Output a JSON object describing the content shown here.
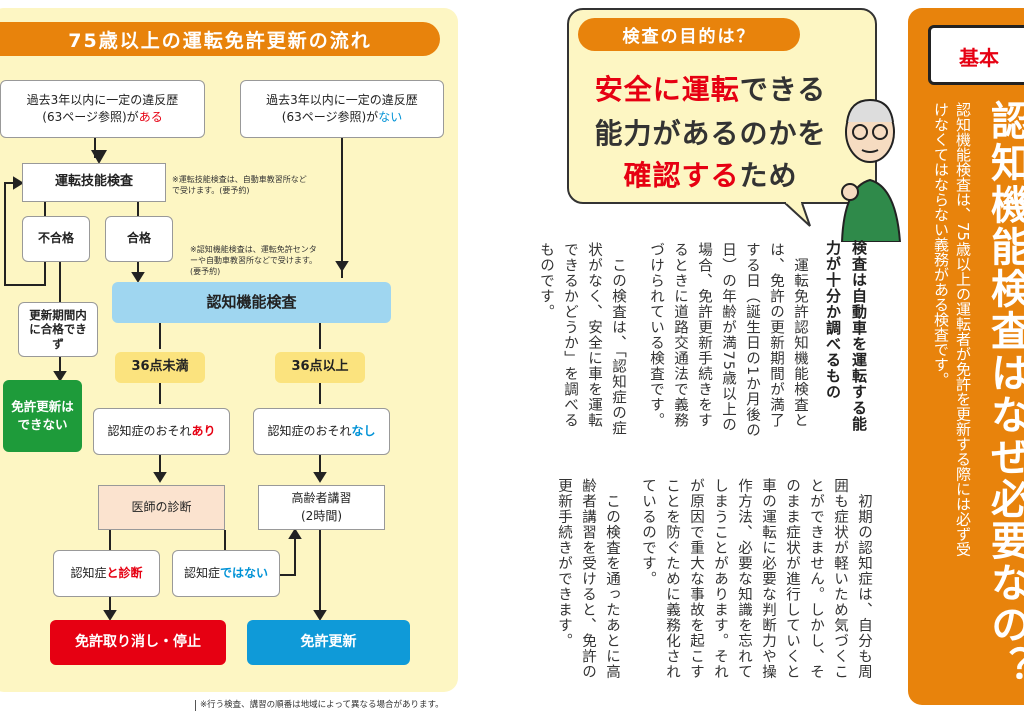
{
  "flow": {
    "title": "75歳以上の運転免許更新の流れ",
    "violation_yes": {
      "line1": "過去3年以内に一定の違反歴",
      "line2": "(63ページ参照)が",
      "highlight": "ある"
    },
    "violation_no": {
      "line1": "過去3年以内に一定の違反歴",
      "line2": "(63ページ参照)が",
      "highlight": "ない"
    },
    "driving_test": "運転技能検査",
    "driving_test_note": "※運転技能検査は、自動車教習所などで受けます。(要予約)",
    "fail": "不合格",
    "pass": "合格",
    "cognitive_note": "※認知機能検査は、運転免許センターや自動車教習所などで受けます。(要予約)",
    "cannot_pass": "更新期間内に合格できず",
    "no_renewal": "免許更新はできない",
    "cognitive_test": "認知機能検査",
    "under36": "36点未満",
    "over36": "36点以上",
    "risk_yes": {
      "text": "認知症のおそれ",
      "highlight": "あり"
    },
    "risk_no": {
      "text": "認知症のおそれ",
      "highlight": "なし"
    },
    "doctor": "医師の診断",
    "lecture": {
      "line1": "高齢者講習",
      "line2": "(2時間)"
    },
    "diagnosed": {
      "text": "認知症",
      "highlight": "と診断"
    },
    "not_diagnosed": {
      "text": "認知症",
      "highlight": "ではない"
    },
    "revoke": "免許取り消し・停止",
    "renew": "免許更新",
    "footnote": "※行う検査、講習の順番は地域によって異なる場合があります。"
  },
  "purpose": {
    "tag": "検査の目的は？",
    "line1_red": "安全に運転",
    "line1_rest": "できる",
    "line2": "能力があるのかを",
    "line3_red": "確認する",
    "line3_rest": "ため"
  },
  "article": {
    "heading": "検査は自動車を運転する能力が十分か調べるもの",
    "para1": "　運転免許認知機能検査とは、免許の更新期間が満了する日（誕生日の1か月後の日）の年齢が満75歳以上の場合、免許更新手続きをするときに道路交通法で義務づけられている検査です。",
    "para2": "　この検査は、「認知症の症状がなく、安全に車を運転できるかどうか」を調べるものです。",
    "para3": "　初期の認知症は、自分も周囲も症状が軽いため気づくことができません。しかし、そのまま症状が進行していくと車の運転に必要な判断力や操作方法、必要な知識を忘れてしまうことがあります。それが原因で重大な事故を起こすことを防ぐために義務化されているのです。",
    "para4": "　この検査を通ったあとに高齢者講習を受けると、免許の更新手続きができます。"
  },
  "side": {
    "tag": "基本",
    "title": "認知機能検査はなぜ必要なの？",
    "sub": "認知機能検査は、75歳以上の運転者が免許を更新する際には必ず受けなくてはならない義務がある検査です。"
  }
}
